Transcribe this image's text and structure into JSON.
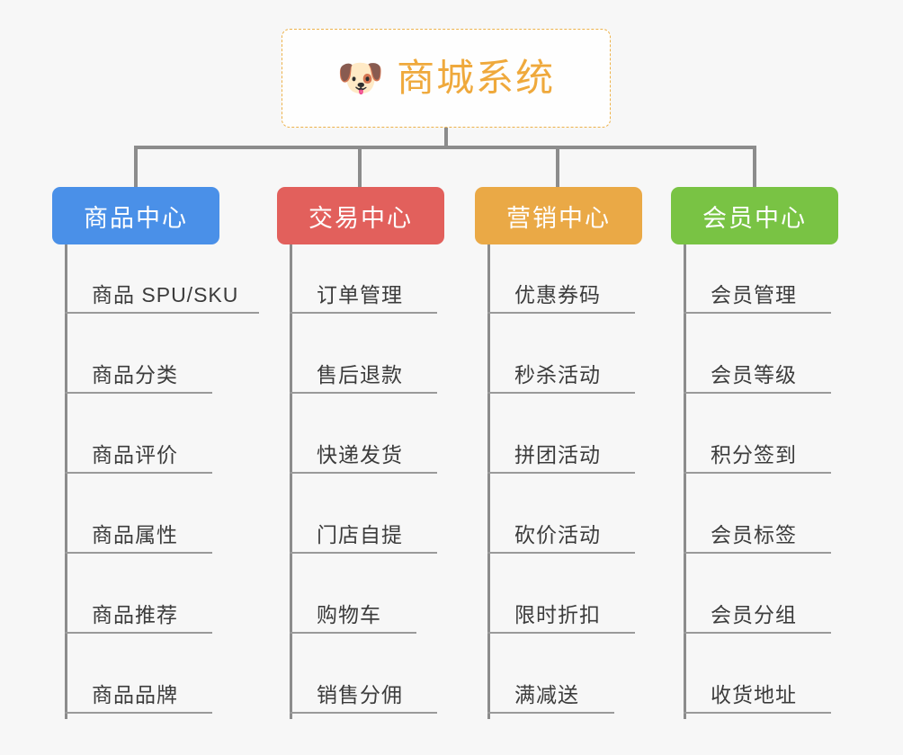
{
  "diagram": {
    "root": {
      "icon": "shiba-dog-emoji",
      "emoji": "🐶",
      "title": "商城系统"
    },
    "palette": {
      "background": "#f7f7f7",
      "connector": "#8c8c8c",
      "root_border": "#edb24b",
      "root_text": "#efa93c",
      "item_text": "#3c3c3c",
      "item_rule": "#9a9a9a"
    },
    "columns": [
      {
        "id": "product-center",
        "label": "商品中心",
        "color": "#4a90e8",
        "items": [
          "商品 SPU/SKU",
          "商品分类",
          "商品评价",
          "商品属性",
          "商品推荐",
          "商品品牌"
        ]
      },
      {
        "id": "trade-center",
        "label": "交易中心",
        "color": "#e2605c",
        "items": [
          "订单管理",
          "售后退款",
          "快递发货",
          "门店自提",
          "购物车",
          "销售分佣"
        ]
      },
      {
        "id": "marketing-center",
        "label": "营销中心",
        "color": "#eaa946",
        "items": [
          "优惠券码",
          "秒杀活动",
          "拼团活动",
          "砍价活动",
          "限时折扣",
          "满减送"
        ]
      },
      {
        "id": "member-center",
        "label": "会员中心",
        "color": "#79c344",
        "items": [
          "会员管理",
          "会员等级",
          "积分签到",
          "会员标签",
          "会员分组",
          "收货地址"
        ]
      }
    ]
  }
}
